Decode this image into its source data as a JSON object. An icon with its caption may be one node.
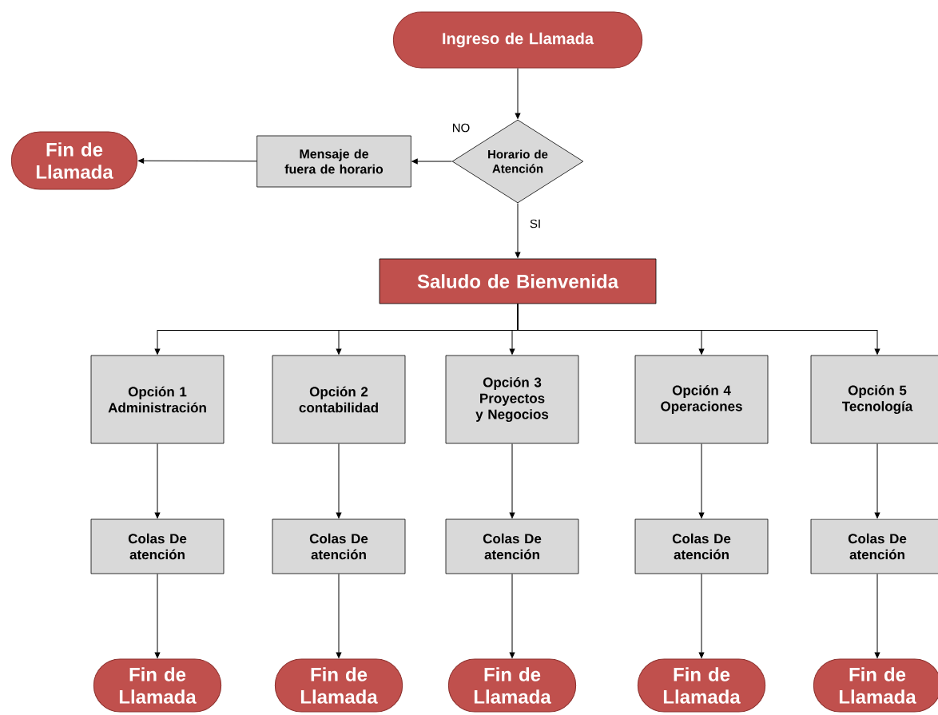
{
  "diagram": {
    "nodes": [
      {
        "text": [
          "Ingreso de Llamada"
        ]
      },
      {
        "text": [
          "Horario de Atención"
        ]
      },
      {
        "text": [
          "Mensaje de fuera de horario"
        ]
      },
      {
        "text": [
          "Fin de Llamada"
        ]
      },
      {
        "text": [
          "Saludo de Bienvenida"
        ]
      },
      {
        "text": [
          "Opción 1 Administración"
        ]
      },
      {
        "text": [
          "Opción 2 contabilidad"
        ]
      },
      {
        "text": [
          "Opción 3 Proyectos y Negocios"
        ]
      },
      {
        "text": [
          "Opción 4 Operaciones"
        ]
      },
      {
        "text": [
          "Opción 5 Tecnología"
        ]
      },
      {
        "text": [
          "Colas De atención"
        ]
      },
      {
        "text": [
          "Colas De atención"
        ]
      },
      {
        "text": [
          "Colas De atención"
        ]
      },
      {
        "text": [
          "Colas De atención"
        ]
      },
      {
        "text": [
          "Colas De atención"
        ]
      },
      {
        "text": [
          "Fin de Llamada"
        ]
      },
      {
        "text": [
          "Fin de Llamada"
        ]
      },
      {
        "text": [
          "Fin de Llamada"
        ]
      },
      {
        "text": [
          "Fin de Llamada"
        ]
      },
      {
        "text": [
          "Fin de Llamada"
        ]
      }
    ],
    "edges": [
      {
        "from": 0,
        "to": 1,
        "arrow": "to"
      },
      {
        "from": 1,
        "to": 2,
        "arrow": "to",
        "label": "NO"
      },
      {
        "from": 2,
        "to": 3,
        "arrow": "to"
      },
      {
        "from": 1,
        "to": 4,
        "arrow": "to",
        "label": "SI"
      },
      {
        "from": 4,
        "to": 5,
        "arrow": "to"
      },
      {
        "from": 4,
        "to": 6,
        "arrow": "to"
      },
      {
        "from": 4,
        "to": 7,
        "arrow": "to"
      },
      {
        "from": 4,
        "to": 8,
        "arrow": "to"
      },
      {
        "from": 4,
        "to": 9,
        "arrow": "to"
      },
      {
        "from": 5,
        "to": 10,
        "arrow": "to"
      },
      {
        "from": 6,
        "to": 11,
        "arrow": "to"
      },
      {
        "from": 7,
        "to": 12,
        "arrow": "to"
      },
      {
        "from": 8,
        "to": 13,
        "arrow": "to"
      },
      {
        "from": 9,
        "to": 14,
        "arrow": "to"
      },
      {
        "from": 10,
        "to": 15,
        "arrow": "to"
      },
      {
        "from": 11,
        "to": 16,
        "arrow": "to"
      },
      {
        "from": 12,
        "to": 17,
        "arrow": "to"
      },
      {
        "from": 13,
        "to": 18,
        "arrow": "to"
      },
      {
        "from": 14,
        "to": 19,
        "arrow": "to"
      }
    ]
  }
}
